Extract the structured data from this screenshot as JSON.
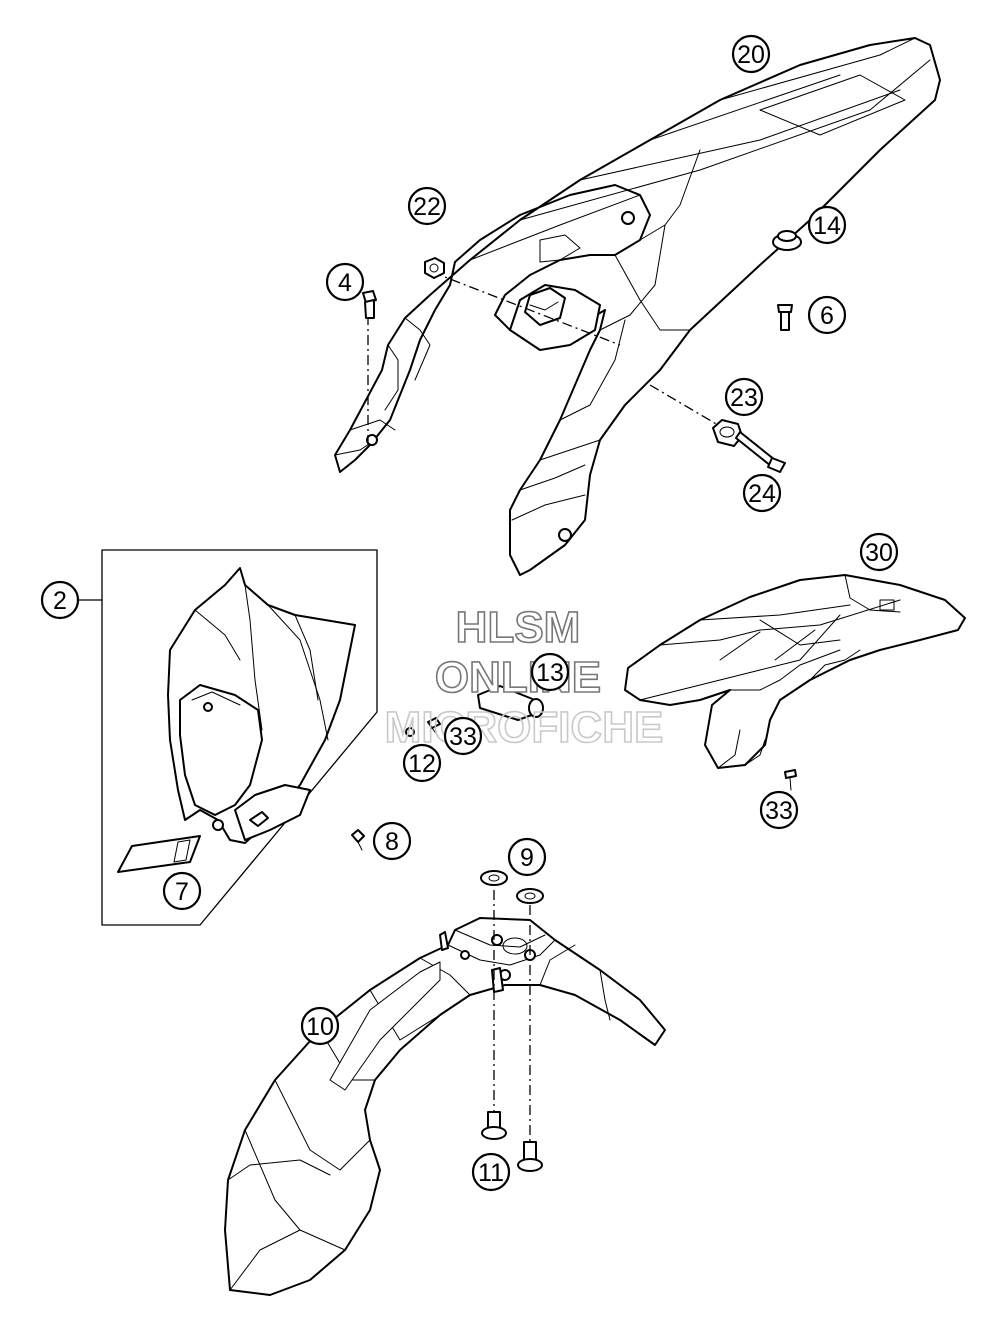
{
  "watermark": {
    "line1": "HLSM",
    "line2": "ONLINE",
    "line3": "MICROFICHE"
  },
  "callouts": {
    "p20": "20",
    "p22": "22",
    "p4": "4",
    "p14": "14",
    "p6": "6",
    "p23": "23",
    "p24": "24",
    "p30": "30",
    "p2": "2",
    "p13": "13",
    "p33a": "33",
    "p12": "12",
    "p33b": "33",
    "p8": "8",
    "p7": "7",
    "p9": "9",
    "p10": "10",
    "p11": "11"
  }
}
